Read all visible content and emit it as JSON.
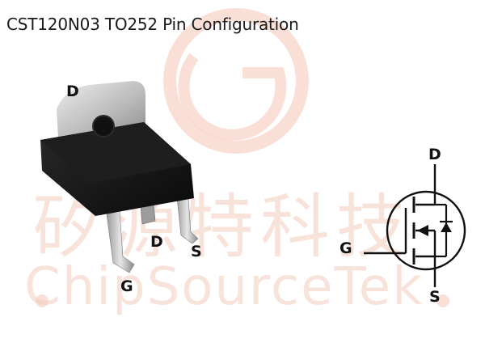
{
  "title": "CST120N03 TO252 Pin Configuration",
  "watermark": {
    "chinese": "矽源特科技",
    "english": "ChipSourceTek",
    "color": "#f3cdbf"
  },
  "package": {
    "labels": {
      "drain_top": "D",
      "drain_mid": "D",
      "gate": "G",
      "source": "S"
    }
  },
  "symbol": {
    "labels": {
      "drain": "D",
      "gate": "G",
      "source": "S"
    }
  }
}
